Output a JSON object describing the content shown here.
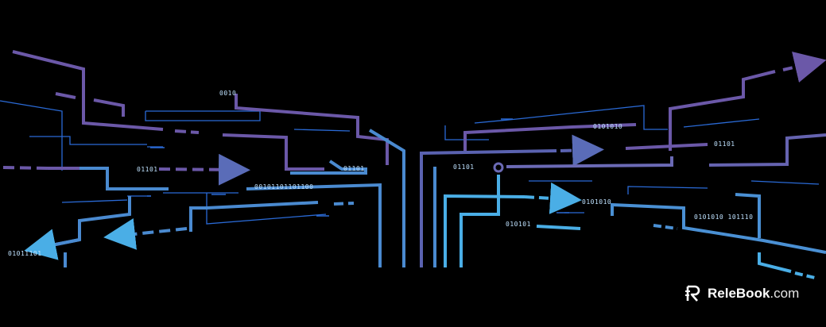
{
  "colors": {
    "background": "#000000",
    "purple": "#6b58a8",
    "violet": "#5a5fb0",
    "blue": "#4a86c8",
    "cyan": "#4aaee6",
    "thin_line": "#2a6ad6"
  },
  "binary_labels": [
    {
      "text": "0010",
      "tone": "light"
    },
    {
      "text": "01101",
      "tone": "light"
    },
    {
      "text": "00101101101100",
      "tone": "light"
    },
    {
      "text": "01101",
      "tone": "light"
    },
    {
      "text": "0101010",
      "tone": "light"
    },
    {
      "text": "01101",
      "tone": "light"
    },
    {
      "text": "0101010",
      "tone": "light"
    },
    {
      "text": "010101",
      "tone": "light"
    },
    {
      "text": "0101010 101110",
      "tone": "light"
    },
    {
      "text": "01011101",
      "tone": "light"
    }
  ],
  "watermark": {
    "icon": "relebook-logo-icon",
    "brand": "ReleBook",
    "domain": ".com"
  }
}
